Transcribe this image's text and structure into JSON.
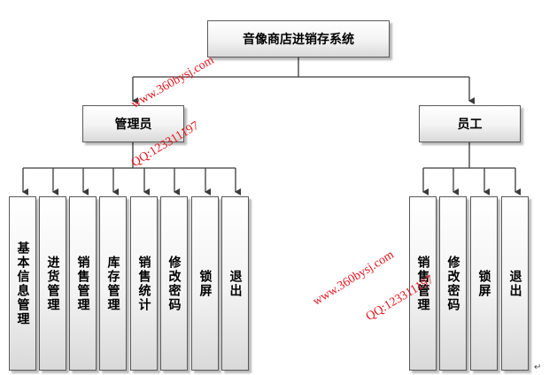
{
  "title": "音像商店进销存系统",
  "roles": [
    {
      "label": "管理员",
      "functions": [
        "基本信息管理",
        "进货管理",
        "销售管理",
        "库存管理",
        "销售统计",
        "修改密码",
        "锁屏",
        "退出"
      ]
    },
    {
      "label": "员工",
      "functions": [
        "销售管理",
        "修改密码",
        "锁屏",
        "退出"
      ]
    }
  ],
  "watermarks": [
    "www.360bysj.com",
    "QQ:123311197",
    "www.360bysj.com",
    "QQ:123311197"
  ],
  "paragraph_mark": "↵",
  "colors": {
    "line": "#3a3a3a",
    "watermark": "#e6141e",
    "box_border": "#5a5a5a"
  }
}
